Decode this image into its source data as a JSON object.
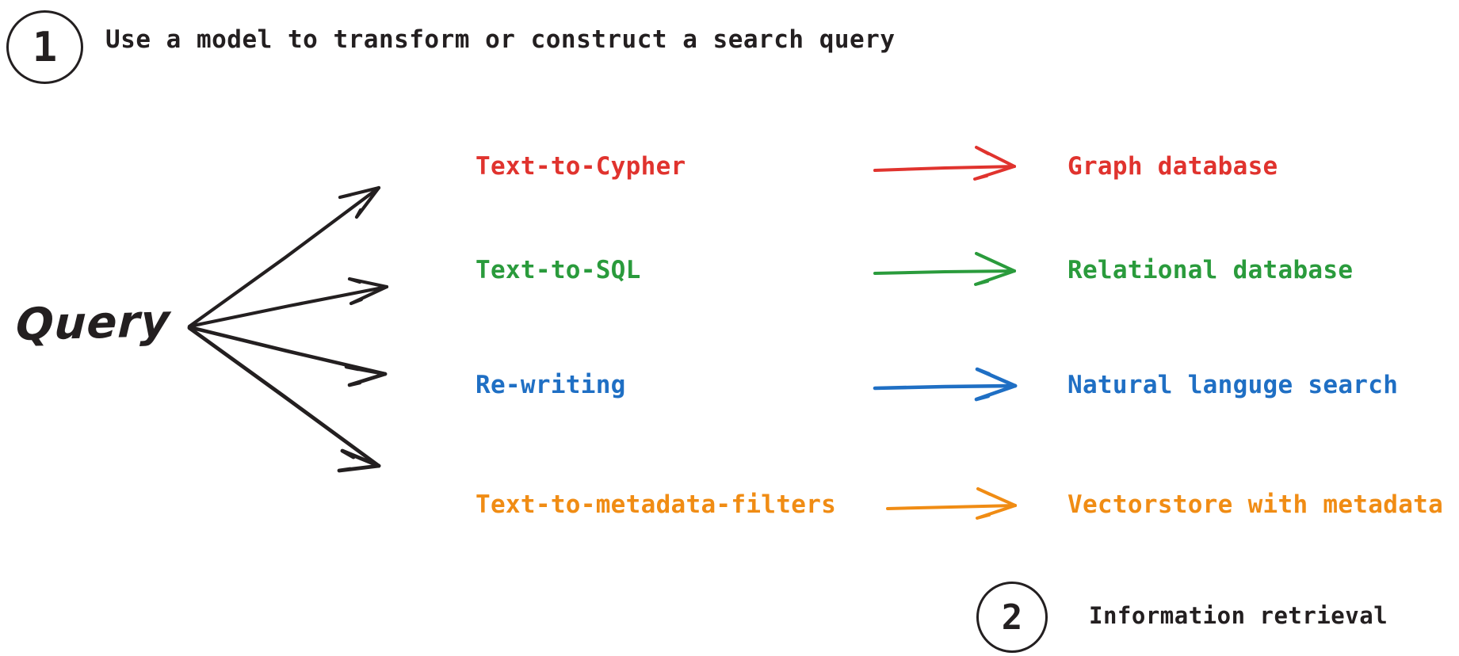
{
  "figure": {
    "background_color": "#ffffff",
    "ink_color": "#231f20"
  },
  "steps": [
    {
      "number": "1",
      "caption": "Use a model to transform or construct a search query"
    },
    {
      "number": "2",
      "caption": "Information retrieval"
    }
  ],
  "source": {
    "label": "Query"
  },
  "rows": [
    {
      "method": "Text-to-Cypher",
      "target": "Graph database",
      "color": "#e0332e"
    },
    {
      "method": "Text-to-SQL",
      "target": "Relational database",
      "color": "#2a9b3c"
    },
    {
      "method": "Re-writing",
      "target": "Natural languge search",
      "color": "#1f6fc4"
    },
    {
      "method": "Text-to-metadata-filters",
      "target": "Vectorstore with metadata",
      "color": "#f08c14"
    }
  ],
  "icons": {
    "fan_arrow": "arrow-right-icon",
    "row_arrow": "arrow-right-icon"
  }
}
